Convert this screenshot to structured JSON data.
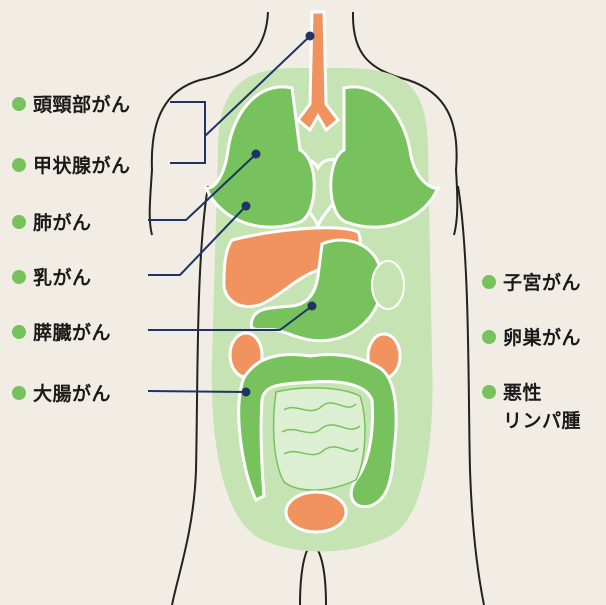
{
  "labels_left": [
    "頭頸部がん",
    "甲状腺がん",
    "肺がん",
    "乳がん",
    "膵臓がん",
    "大腸がん"
  ],
  "labels_right": [
    "子宮がん",
    "卵巣がん"
  ],
  "lymphoma": {
    "line1": "悪性",
    "line2": "リンパ腫"
  },
  "colors": {
    "background": "#f1ede4",
    "body_region": "#c5e3b3",
    "organ_green": "#77c25c",
    "organ_orange": "#f0935e",
    "leader_line": "#1f3466",
    "outline": "#222222",
    "dot": "#77c25c"
  }
}
